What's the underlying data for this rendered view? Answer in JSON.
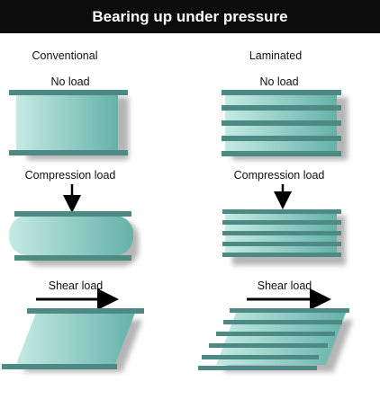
{
  "title": "Bearing up under pressure",
  "columns": {
    "conventional": "Conventional",
    "laminated": "Laminated"
  },
  "loads": {
    "no_load": "No load",
    "compression": "Compression load",
    "shear": "Shear load"
  },
  "colors": {
    "plate": "#4e8a84",
    "rubber_light": "#c4ebe4",
    "rubber_dark": "#64b2a9",
    "shadow": "#b5b5b5",
    "arrow": "#000000",
    "header_bg": "#0c0c0c",
    "header_text": "#ffffff"
  }
}
